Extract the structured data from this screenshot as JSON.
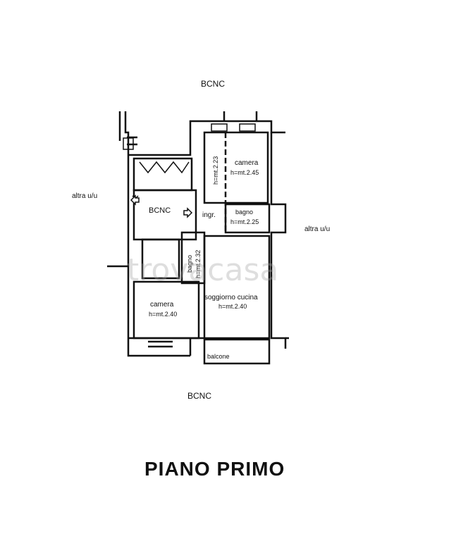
{
  "labels": {
    "top": "BCNC",
    "bottom": "BCNC",
    "left_neighbor": "altra u/u",
    "right_neighbor": "altra u/u",
    "stair_bcnc": "BCNC",
    "ingresso": "ingr.",
    "camera_top": "camera",
    "camera_top_h": "h=mt.2.45",
    "corridor_h": "h=mt.2.23",
    "bagno_right": "bagno",
    "bagno_right_h": "h=mt.2.25",
    "bagno_left": "bagno",
    "bagno_left_h": "h=mt.2.32",
    "soggiorno": "soggiorno cucina",
    "soggiorno_h": "h=mt.2.40",
    "camera_bottom": "camera",
    "camera_bottom_h": "h=mt.2.40",
    "balcone": "balcone",
    "title": "PIANO PRIMO"
  },
  "watermark": "trovacasa",
  "colors": {
    "ink": "#111111",
    "watermark": "#a0a0a0"
  }
}
